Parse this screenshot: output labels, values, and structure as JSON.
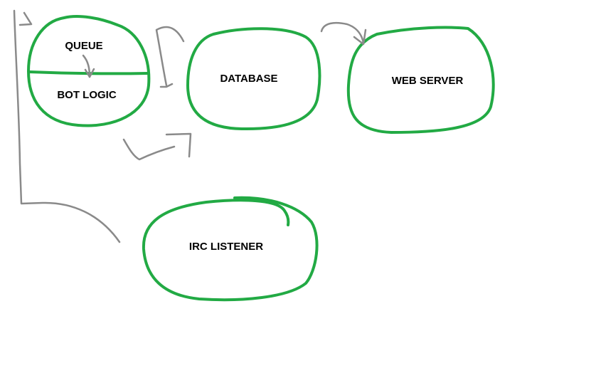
{
  "colors": {
    "node_outline": "#22aa44",
    "arrow": "#8a8a8a",
    "text": "#000000",
    "background": "#ffffff"
  },
  "nodes": {
    "queue": "QUEUE",
    "bot_logic": "BOT LOGIC",
    "database": "DATABASE",
    "web_server": "WEB SERVER",
    "irc_listener": "IRC LISTENER"
  }
}
